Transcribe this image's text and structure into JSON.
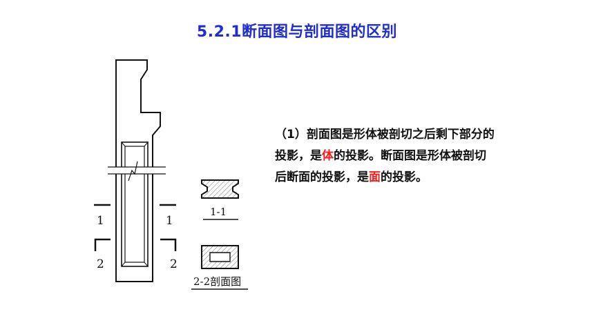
{
  "title": "5.2.1断面图与剖面图的区别",
  "paragraph": {
    "line1": "（1）剖面图是形体被剖切之后剩下部分的",
    "line2_a": "投影，是",
    "line2_red": "体",
    "line2_b": "的投影。断面图是形体被剖切",
    "line3_a": "后断面的投影，是",
    "line3_red": "面",
    "line3_b": "的投影。",
    "highlight_color": "#ff1a1a"
  },
  "drawing": {
    "cut_labels": {
      "left_1": "1",
      "right_1": "1",
      "left_2": "2",
      "right_2": "2"
    },
    "section_captions": {
      "section_1": "1-1",
      "section_2": "2-2剖面图"
    }
  },
  "colors": {
    "title": "#1f2ccf",
    "text": "#111111"
  }
}
